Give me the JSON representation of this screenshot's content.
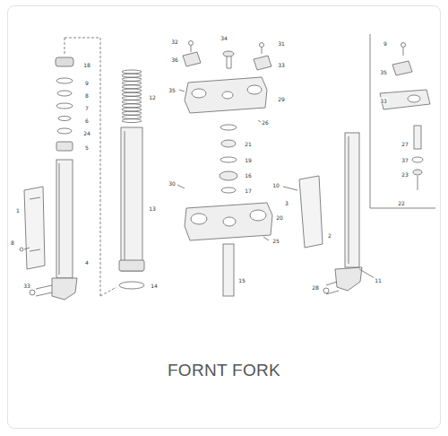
{
  "diagram": {
    "caption": "FORNT FORK",
    "labels": [
      "18",
      "9",
      "8",
      "7",
      "6",
      "24",
      "5",
      "1",
      "8",
      "4",
      "33",
      "12",
      "13",
      "14",
      "32",
      "36",
      "35",
      "31",
      "33",
      "34",
      "29",
      "26",
      "21",
      "19",
      "16",
      "17",
      "30",
      "20",
      "25",
      "15",
      "10",
      "3",
      "2",
      "28",
      "11",
      "9",
      "35",
      "33",
      "27",
      "37",
      "23",
      "22"
    ]
  }
}
